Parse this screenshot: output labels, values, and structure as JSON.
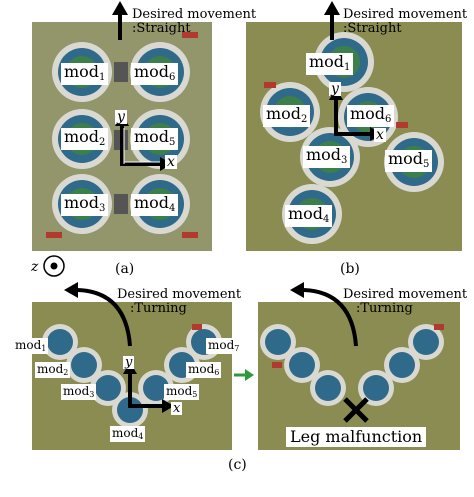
{
  "panel_a": {
    "desired_movement": [
      "Desired movement",
      ":Straight"
    ],
    "modules": [
      {
        "base": "mod",
        "sub": "1"
      },
      {
        "base": "mod",
        "sub": "6"
      },
      {
        "base": "mod",
        "sub": "2"
      },
      {
        "base": "mod",
        "sub": "5"
      },
      {
        "base": "mod",
        "sub": "3"
      },
      {
        "base": "mod",
        "sub": "4"
      }
    ],
    "axis_x": "x",
    "axis_y": "y",
    "axis_z": "z",
    "caption": "(a)"
  },
  "panel_b": {
    "desired_movement": [
      "Desired movement",
      ":Straight"
    ],
    "modules": [
      {
        "base": "mod",
        "sub": "1"
      },
      {
        "base": "mod",
        "sub": "2"
      },
      {
        "base": "mod",
        "sub": "6"
      },
      {
        "base": "mod",
        "sub": "3"
      },
      {
        "base": "mod",
        "sub": "5"
      },
      {
        "base": "mod",
        "sub": "4"
      }
    ],
    "axis_x": "x",
    "axis_y": "y",
    "caption": "(b)"
  },
  "panel_c": {
    "desired_movement_left": [
      "Desired movement",
      ":Turning"
    ],
    "desired_movement_right": [
      "Desired movement",
      ":Turning"
    ],
    "modules": [
      {
        "base": "mod",
        "sub": "1"
      },
      {
        "base": "mod",
        "sub": "2"
      },
      {
        "base": "mod",
        "sub": "3"
      },
      {
        "base": "mod",
        "sub": "4"
      },
      {
        "base": "mod",
        "sub": "5"
      },
      {
        "base": "mod",
        "sub": "6"
      },
      {
        "base": "mod",
        "sub": "7"
      }
    ],
    "axis_x": "x",
    "axis_y": "y",
    "malfunction": "Leg malfunction",
    "caption": "(c)"
  },
  "colors": {
    "photo_bg": "#8f9268",
    "photo_bg_b": "#8a8c52",
    "arrow_green": "#2e9a3e"
  }
}
